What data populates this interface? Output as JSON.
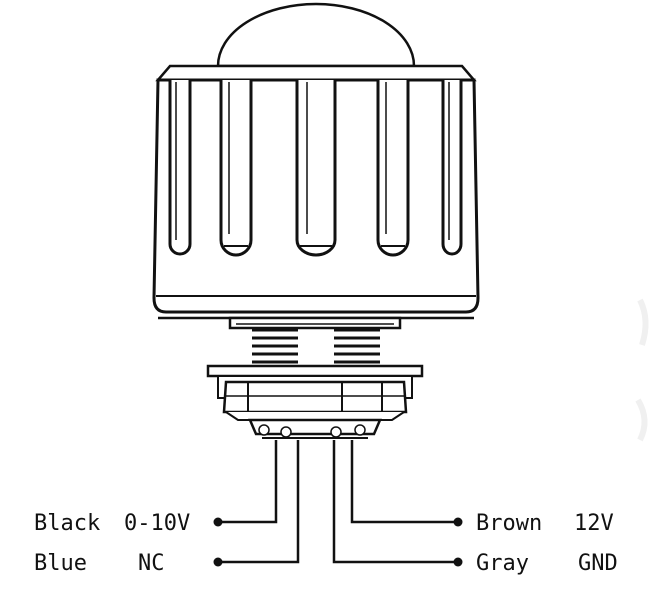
{
  "wiring": {
    "left": [
      {
        "wire": "Black",
        "signal": "0-10V"
      },
      {
        "wire": "Blue",
        "signal": "NC"
      }
    ],
    "right": [
      {
        "wire": "Brown",
        "signal": "12V"
      },
      {
        "wire": "Gray",
        "signal": "GND"
      }
    ]
  },
  "colors": {
    "stroke": "#111111",
    "background": "#ffffff"
  }
}
